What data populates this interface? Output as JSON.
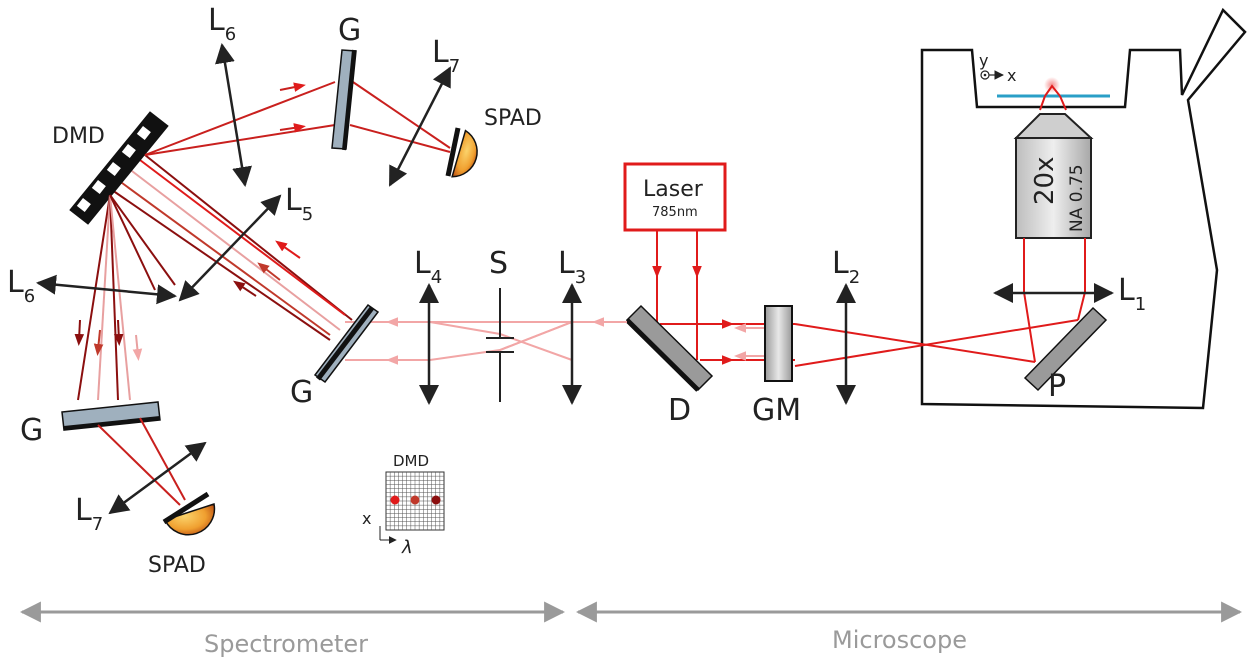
{
  "labels": {
    "L6_top": {
      "main": "L",
      "sub": "6"
    },
    "L7_top": {
      "main": "L",
      "sub": "7"
    },
    "L5": {
      "main": "L",
      "sub": "5"
    },
    "L6_left": {
      "main": "L",
      "sub": "6"
    },
    "L7_bottom": {
      "main": "L",
      "sub": "7"
    },
    "L4": {
      "main": "L",
      "sub": "4"
    },
    "L3": {
      "main": "L",
      "sub": "3"
    },
    "L2": {
      "main": "L",
      "sub": "2"
    },
    "L1": {
      "main": "L",
      "sub": "1"
    },
    "G_top": "G",
    "G_mid": "G",
    "G_left": "G",
    "DMD_main": "DMD",
    "SPAD_top": "SPAD",
    "SPAD_bottom": "SPAD",
    "S": "S",
    "D": "D",
    "GM": "GM",
    "P": "P",
    "laser_title": "Laser",
    "laser_wavelength": "785nm",
    "objective_mag": "20x",
    "objective_na": "NA 0.75",
    "axis_y": "y",
    "axis_x": "x",
    "inset_title": "DMD",
    "inset_x": "x",
    "inset_lambda": "λ"
  },
  "sections": {
    "spectrometer": "Spectrometer",
    "microscope": "Microscope"
  },
  "colors": {
    "red": "#e01b1b",
    "dark_red": "#8b0f0f",
    "mid_red": "#c0392b",
    "light_red": "#f2a6a6",
    "grating": "#9fb0be",
    "spad_orange": "#f0a030",
    "sample_blue": "#2a9fc7",
    "section_gray": "#9a9a9a"
  }
}
